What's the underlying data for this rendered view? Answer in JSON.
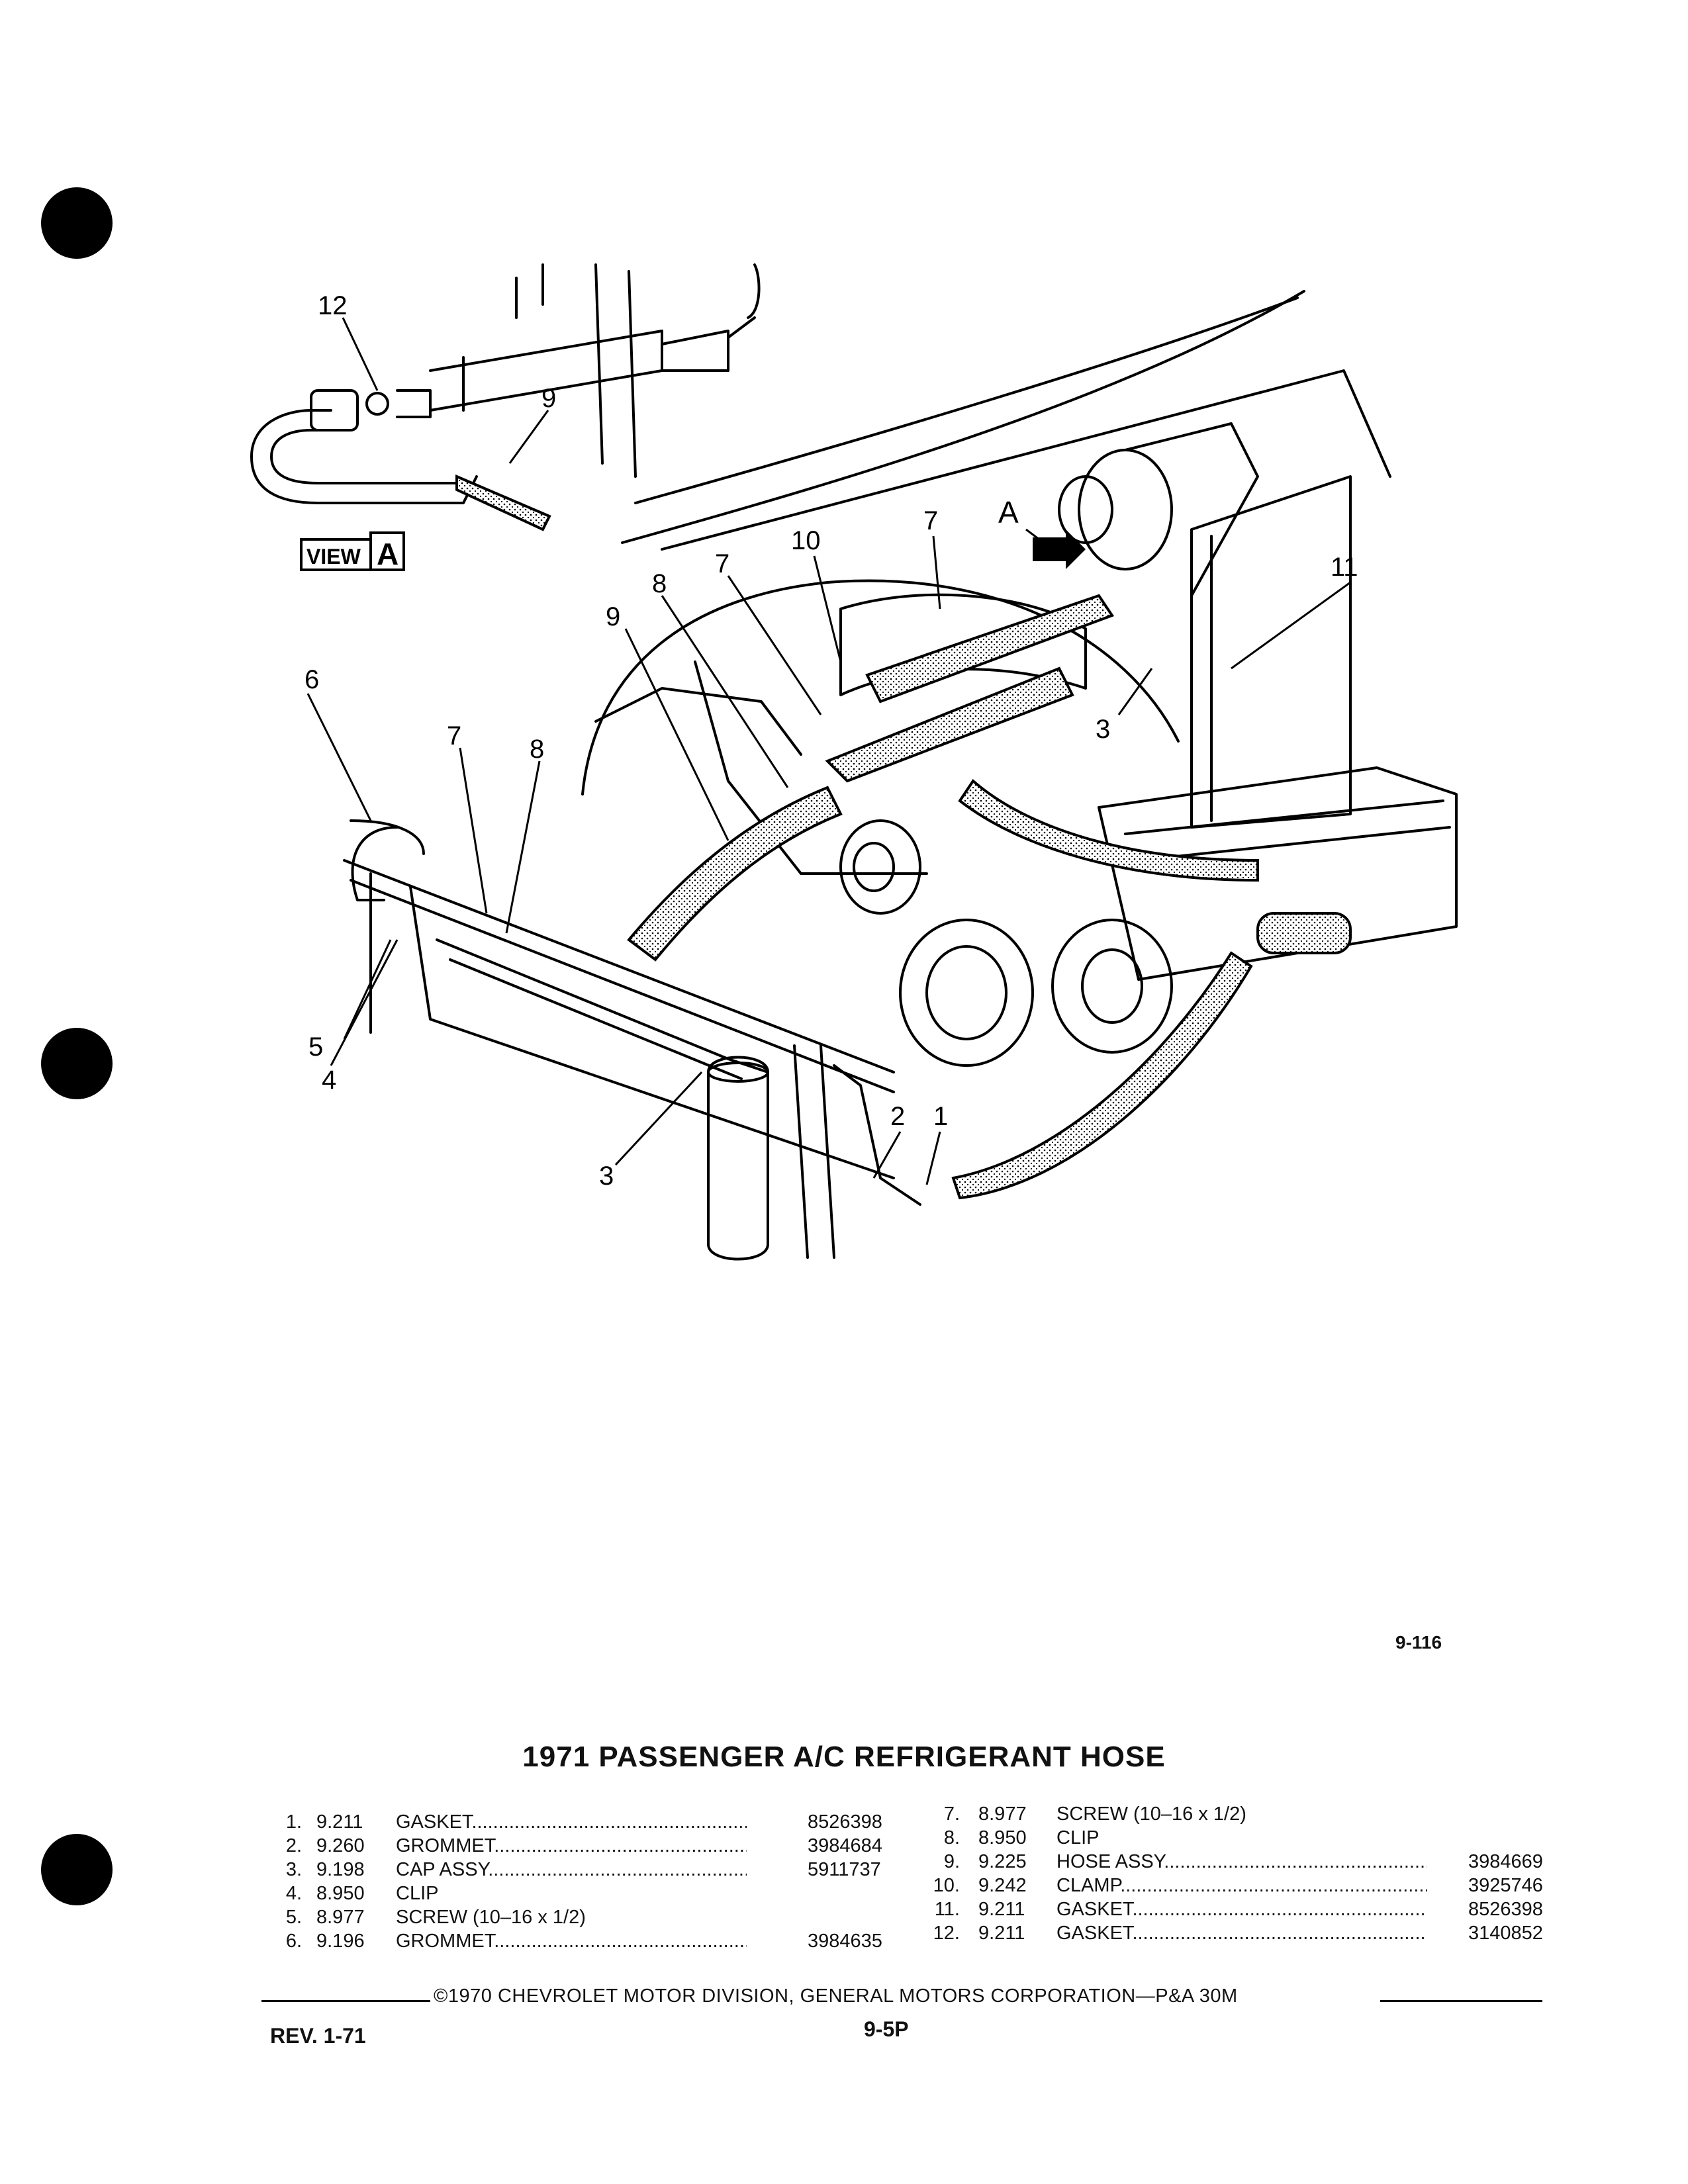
{
  "figure": {
    "code": "9-116",
    "view_label_word": "VIEW",
    "view_label_letter": "A",
    "arrow_letter": "A",
    "callouts": [
      "1",
      "2",
      "3",
      "3",
      "4",
      "5",
      "6",
      "7",
      "7",
      "7",
      "8",
      "8",
      "9",
      "9",
      "10",
      "11",
      "12"
    ]
  },
  "title": "1971 PASSENGER A/C REFRIGERANT HOSE",
  "parts_left": [
    {
      "no": "1.",
      "code": "9.211",
      "desc": "GASKET",
      "part": "8526398"
    },
    {
      "no": "2.",
      "code": "9.260",
      "desc": "GROMMET",
      "part": "3984684"
    },
    {
      "no": "3.",
      "code": "9.198",
      "desc": "CAP ASSY.",
      "part": "5911737"
    },
    {
      "no": "4.",
      "code": "8.950",
      "desc": "CLIP",
      "part": ""
    },
    {
      "no": "5.",
      "code": "8.977",
      "desc": "SCREW (10–16 x 1/2)",
      "part": ""
    },
    {
      "no": "6.",
      "code": "9.196",
      "desc": "GROMMET",
      "part": "3984635"
    }
  ],
  "parts_right": [
    {
      "no": "7.",
      "code": "8.977",
      "desc": "SCREW (10–16 x 1/2)",
      "part": ""
    },
    {
      "no": "8.",
      "code": "8.950",
      "desc": "CLIP",
      "part": ""
    },
    {
      "no": "9.",
      "code": "9.225",
      "desc": "HOSE ASSY.",
      "part": "3984669"
    },
    {
      "no": "10.",
      "code": "9.242",
      "desc": "CLAMP",
      "part": "3925746"
    },
    {
      "no": "11.",
      "code": "9.211",
      "desc": "GASKET",
      "part": "8526398"
    },
    {
      "no": "12.",
      "code": "9.211",
      "desc": "GASKET",
      "part": "3140852"
    }
  ],
  "footer": {
    "copyright": "©1970 CHEVROLET MOTOR DIVISION, GENERAL MOTORS CORPORATION—P&A 30M",
    "revision": "REV. 1-71",
    "page": "9-5P"
  }
}
